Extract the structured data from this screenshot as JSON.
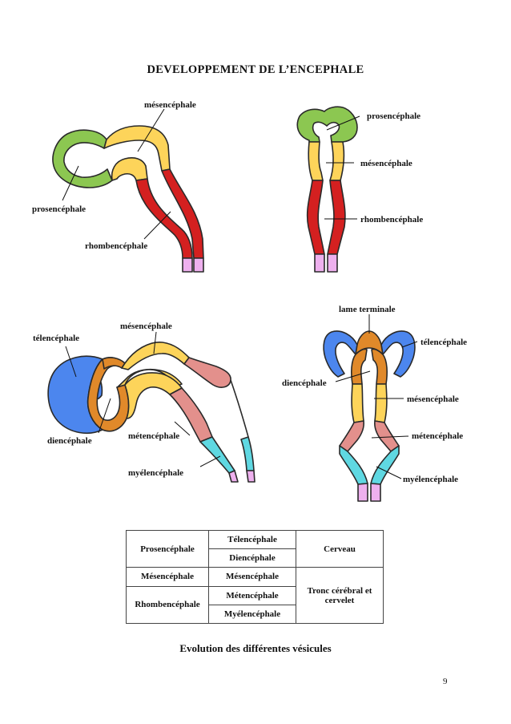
{
  "title": "DEVELOPPEMENT DE L’ENCEPHALE",
  "colors": {
    "prosencephale": "#8cc751",
    "mesencephale": "#fdd45a",
    "rhombencephale": "#d42020",
    "telencephale": "#4c86ee",
    "diencephale": "#e0892a",
    "metencephale": "#e3908c",
    "myelencephale": "#5fd8e2",
    "medulla": "#eeb0ee"
  },
  "diagram1": {
    "labels": {
      "mesencephale": "mésencéphale",
      "prosencephale": "prosencéphale",
      "rhombencephale": "rhombencéphale"
    }
  },
  "diagram2": {
    "labels": {
      "prosencephale": "prosencéphale",
      "mesencephale": "mésencéphale",
      "rhombencephale": "rhombencéphale"
    }
  },
  "diagram3": {
    "labels": {
      "telencephale": "télencéphale",
      "mesencephale": "mésencéphale",
      "diencephale": "diencéphale",
      "metencephale": "métencéphale",
      "myelencephale": "myélencéphale"
    }
  },
  "diagram4": {
    "labels": {
      "lame_terminale": "lame terminale",
      "telencephale": "télencéphale",
      "diencephale": "diencéphale",
      "mesencephale": "mésencéphale",
      "metencephale": "métencéphale",
      "myelencephale": "myélencéphale"
    }
  },
  "table": {
    "prosencephale": "Prosencéphale",
    "telencephale": "Télencéphale",
    "diencephale": "Diencéphale",
    "cerveau": "Cerveau",
    "mesencephale_primary": "Mésencéphale",
    "mesencephale_secondary": "Mésencéphale",
    "tronc": "Tronc cérébral et cervelet",
    "rhombencephale": "Rhombencéphale",
    "metencephale": "Métencéphale",
    "myelencephale": "Myélencéphale"
  },
  "caption": "Evolution des différentes vésicules",
  "page_number": "9"
}
